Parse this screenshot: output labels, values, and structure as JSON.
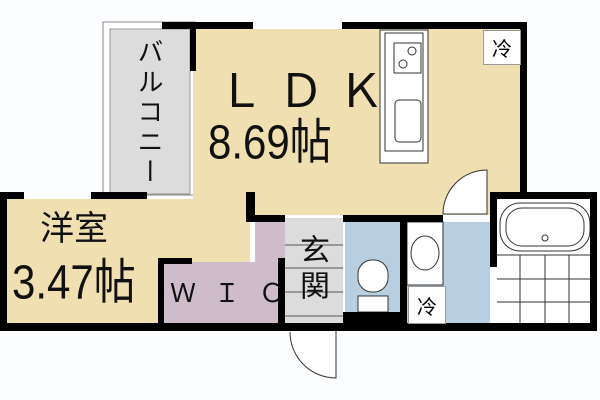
{
  "rooms": {
    "ldk": {
      "name": "ＬＤＫ",
      "size": "8.69帖"
    },
    "western": {
      "name": "洋室",
      "size": "3.47帖"
    },
    "wic": {
      "name": "ＷＩＣ"
    },
    "entrance": {
      "name": "玄関"
    },
    "balcony": {
      "name": "バルコニー"
    }
  },
  "fridge_labels": [
    "冷",
    "冷"
  ],
  "colors": {
    "room": "#f0dfb0",
    "wic": "#cfbccb",
    "wet": "#b7cfe0",
    "balcony": "#dcdcdc",
    "wall": "#000000"
  }
}
